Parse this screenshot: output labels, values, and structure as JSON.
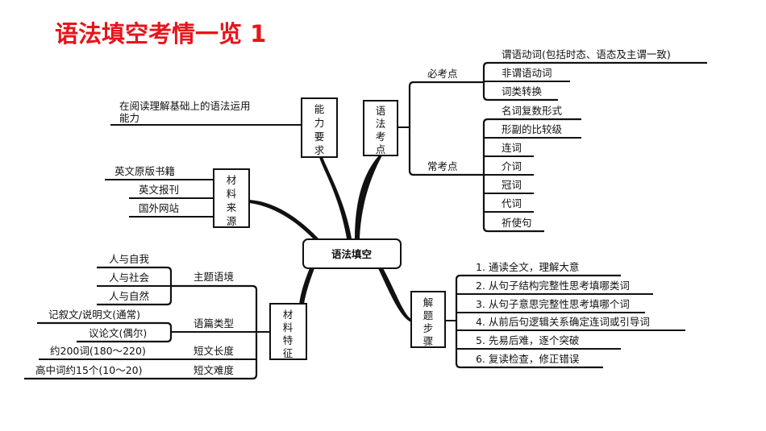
{
  "title": "语法填空考情一览 1",
  "center": "语法填空",
  "ability": {
    "box": [
      "能",
      "力",
      "要",
      "求"
    ],
    "text_line1": "在阅读理解基础上的语法运用",
    "text_line2": "能力"
  },
  "grammar_points": {
    "box": [
      "语",
      "法",
      "考",
      "点"
    ],
    "must": {
      "label": "必考点",
      "items": [
        "谓语动词(包括时态、语态及主谓一致)",
        "非谓语动词",
        "词类转换"
      ]
    },
    "common": {
      "label": "常考点",
      "items": [
        "名词复数形式",
        "形副的比较级",
        "连词",
        "介词",
        "冠词",
        "代词",
        "祈使句"
      ]
    }
  },
  "sources": {
    "box": [
      "材",
      "料",
      "来",
      "源"
    ],
    "items": [
      "英文原版书籍",
      "英文报刊",
      "国外网站"
    ]
  },
  "features": {
    "box": [
      "材",
      "料",
      "特",
      "征"
    ],
    "theme": {
      "label": "主题语境",
      "items": [
        "人与自我",
        "人与社会",
        "人与自然"
      ]
    },
    "genre": {
      "label": "语篇类型",
      "items": [
        "记叙文/说明文(通常)",
        "议论文(偶尔)"
      ]
    },
    "length": {
      "label": "短文长度",
      "value": "约200词(180～220)"
    },
    "difficulty": {
      "label": "短文难度",
      "value": "高中词约15个(10～20)"
    }
  },
  "steps": {
    "box": [
      "解",
      "题",
      "步",
      "骤"
    ],
    "items": [
      "1. 通读全文，理解大意",
      "2. 从句子结构完整性思考填哪类词",
      "3. 从句子意思完整性思考填哪个词",
      "4. 从前后句逻辑关系确定连词或引导词",
      "5. 先易后难，逐个突破",
      "6. 复读检查，修正错误"
    ]
  }
}
